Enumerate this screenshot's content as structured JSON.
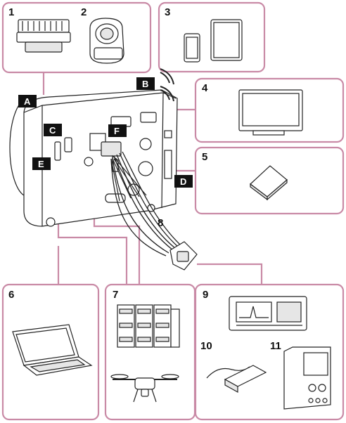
{
  "numbers": {
    "n1": "1",
    "n2": "2",
    "n3": "3",
    "n4": "4",
    "n5": "5",
    "n6": "6",
    "n7": "7",
    "n8": "8",
    "n9": "9",
    "n10": "10",
    "n11": "11"
  },
  "tags": {
    "A": "A",
    "B": "B",
    "C": "C",
    "D": "D",
    "E": "E",
    "F": "F"
  },
  "colors": {
    "frame": "#c98aa6",
    "tag_bg": "#111111",
    "line": "#222222"
  }
}
